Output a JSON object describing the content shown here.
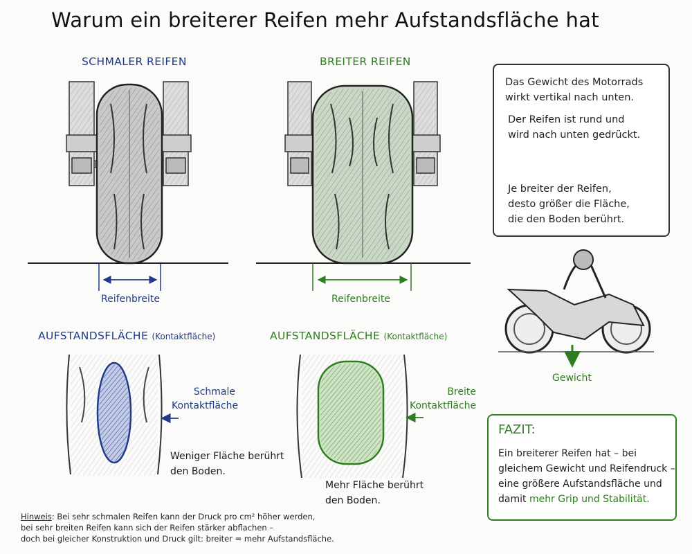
{
  "title": "Warum ein breiterer Reifen mehr Aufstandsfläche hat",
  "narrow": {
    "heading": "SCHMALER REIFEN",
    "width_label": "Reifenbreite",
    "contact_heading": "AUFSTANDSFLÄCHE",
    "contact_sub": "(Kontaktfläche)",
    "contact_label_1": "Schmale",
    "contact_label_2": "Kontaktfläche",
    "caption_1": "Weniger Fläche berührt",
    "caption_2": "den Boden."
  },
  "wide": {
    "heading": "BREITER REIFEN",
    "width_label": "Reifenbreite",
    "contact_heading": "AUFSTANDSFLÄCHE",
    "contact_sub": "(Kontaktfläche)",
    "contact_label_1": "Breite",
    "contact_label_2": "Kontaktfläche",
    "caption_1": "Mehr Fläche berührt",
    "caption_2": "den Boden."
  },
  "explain": {
    "line1": "Das Gewicht des Motorrads",
    "line2": "wirkt vertikal nach unten.",
    "line3": "Der Reifen ist rund und",
    "line4": "wird nach unten gedrückt.",
    "line5": "Je breiter der Reifen,",
    "line6": "desto größer die Fläche,",
    "line7": "die den Boden berührt."
  },
  "weight_label": "Gewicht",
  "fazit": {
    "heading": "FAZIT:",
    "line1": "Ein breiterer Reifen hat – bei",
    "line2": "gleichem Gewicht und Reifendruck –",
    "line3": "eine größere Aufstandsfläche und",
    "line4_prefix": "damit ",
    "line4_highlight": "mehr Grip und Stabilität."
  },
  "note": {
    "label": "Hinweis",
    "line1": ": Bei sehr schmalen Reifen kann der Druck pro cm² höher werden,",
    "line2": "bei sehr breiten Reifen kann sich der Reifen stärker abflachen –",
    "line3": "doch bei gleicher Konstruktion und Druck gilt: breiter = mehr Aufstandsfläche."
  },
  "colors": {
    "blue": "#1f3a8a",
    "green": "#2e7d1f",
    "ink": "#1a1a1a"
  }
}
